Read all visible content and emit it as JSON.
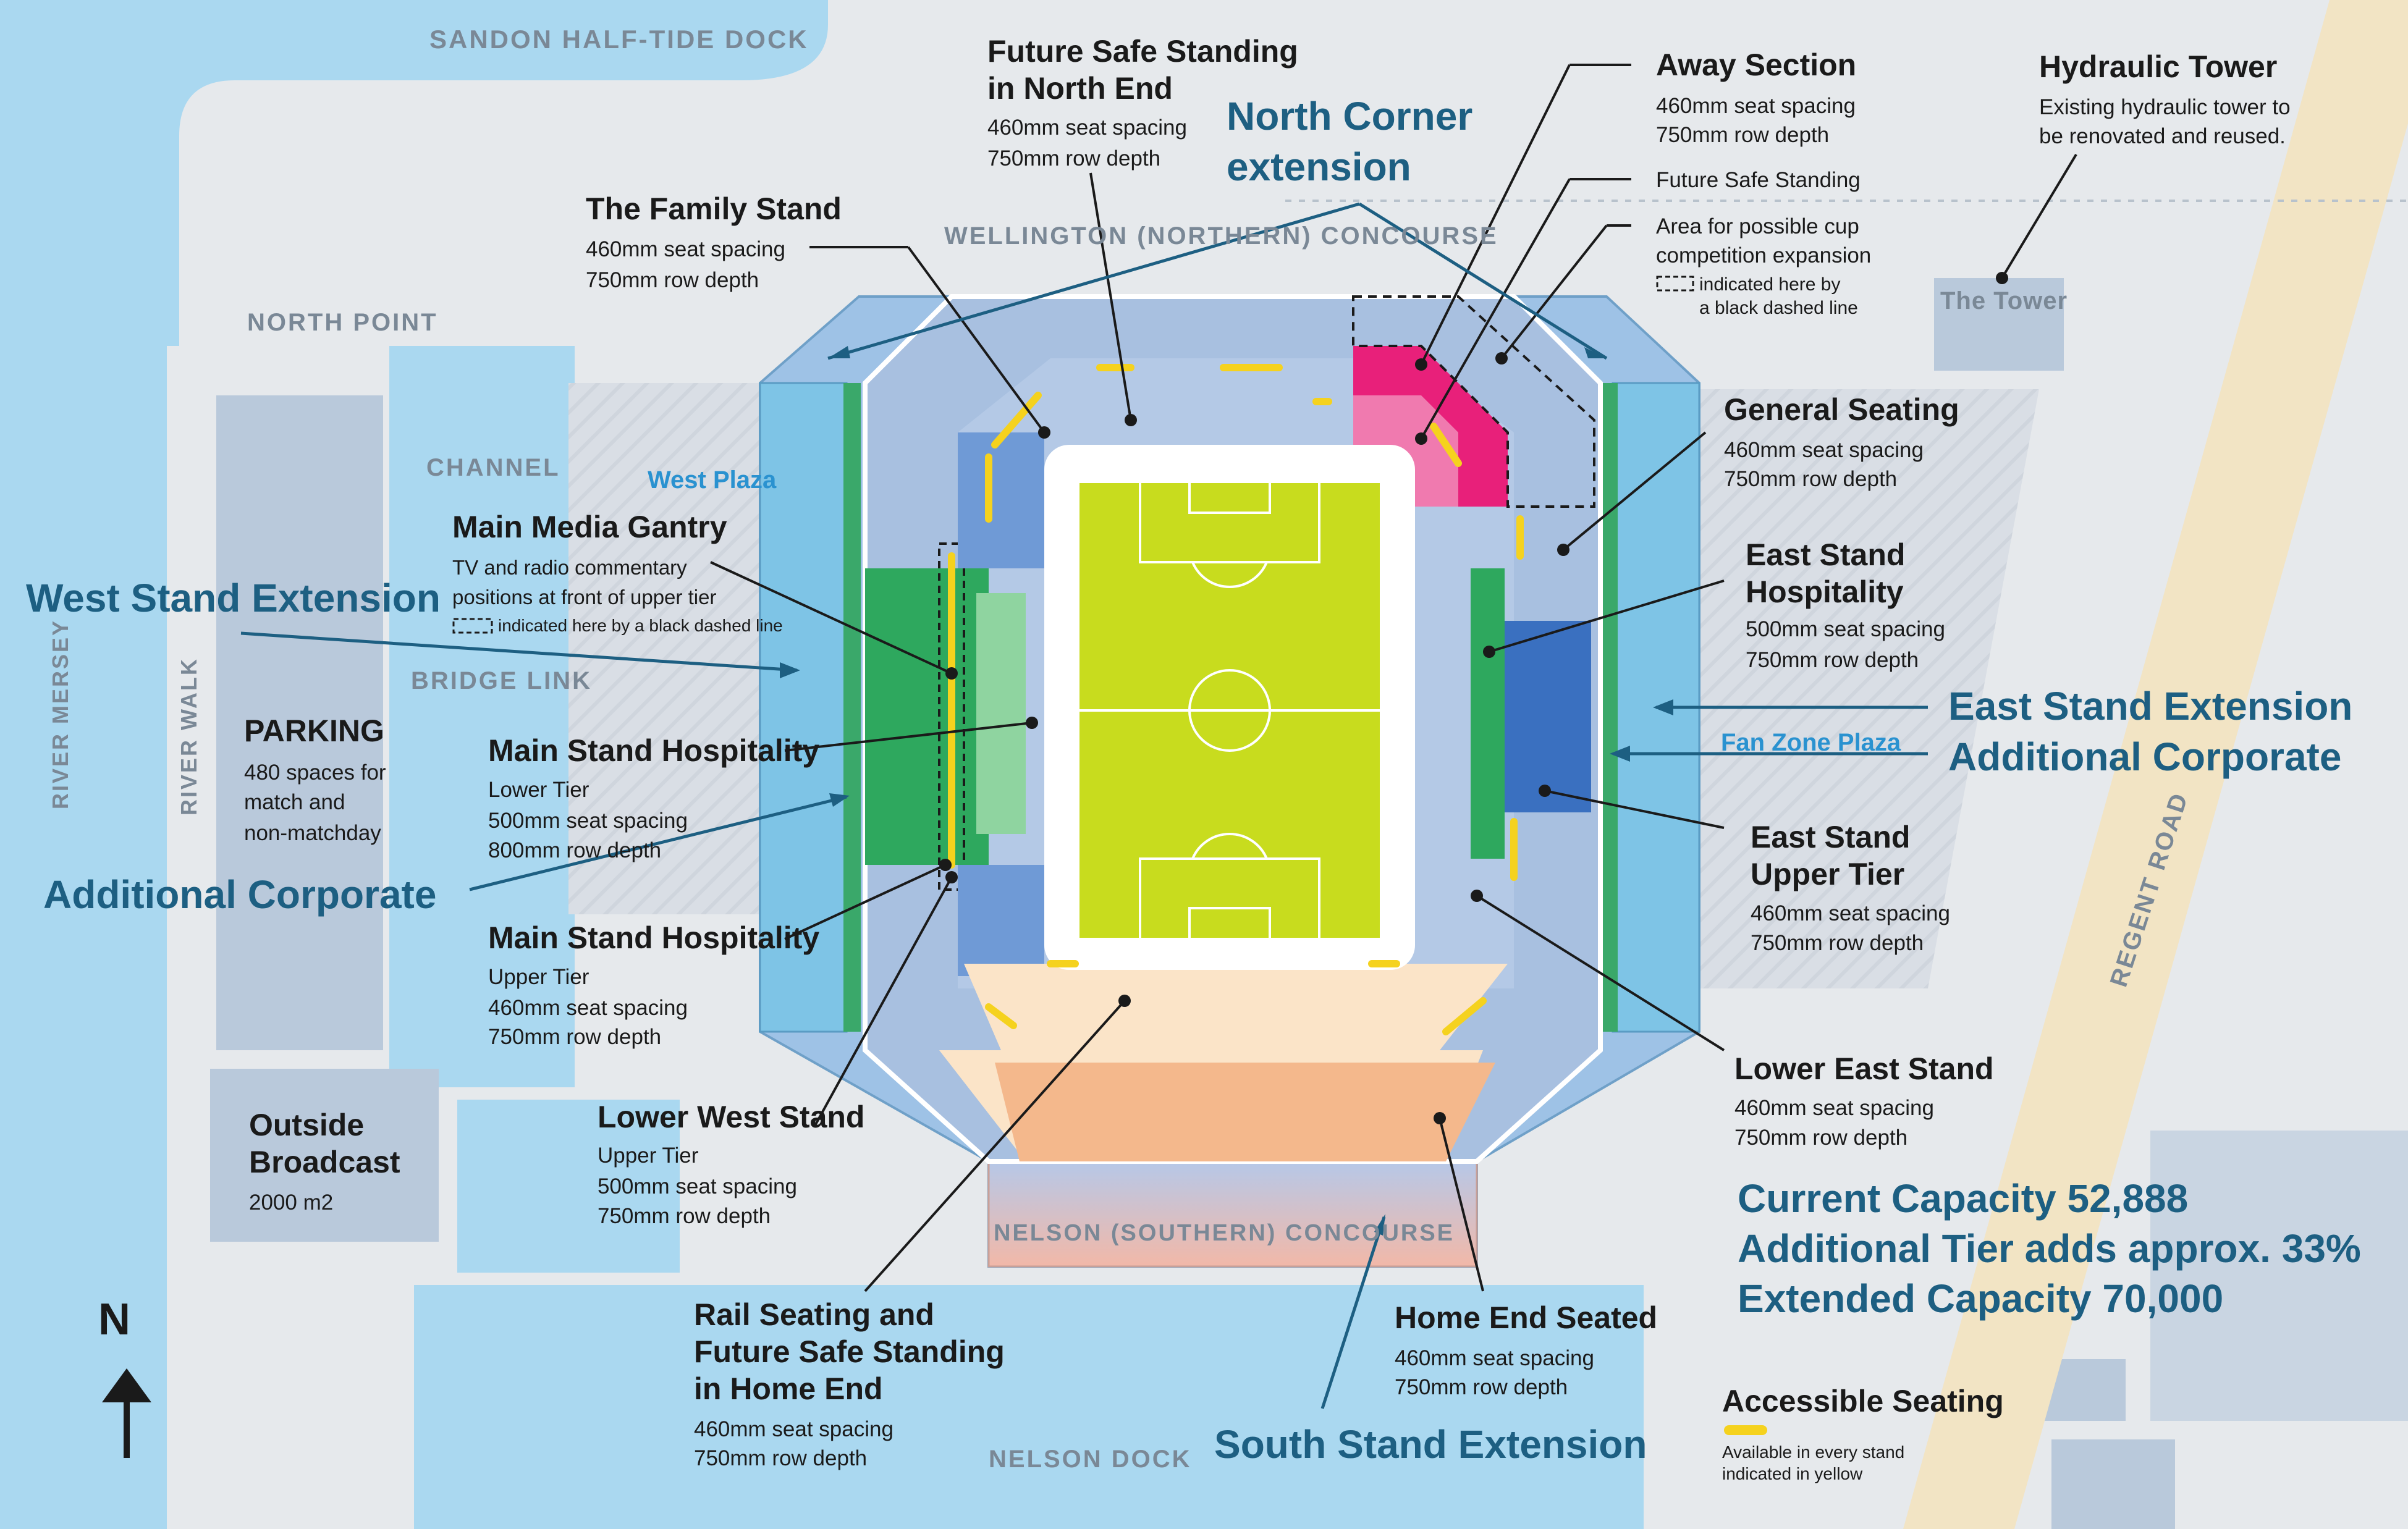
{
  "map_labels": {
    "sandon": "SANDON HALF-TIDE DOCK",
    "wellington": "WELLINGTON (NORTHERN) CONCOURSE",
    "north_point": "NORTH POINT",
    "channel": "CHANNEL",
    "west_plaza": "West Plaza",
    "bridge_link": "BRIDGE LINK",
    "river_mersey": "RIVER MERSEY",
    "river_walk": "RIVER WALK",
    "nelson_concourse": "NELSON (SOUTHERN) CONCOURSE",
    "nelson_dock": "NELSON DOCK",
    "the_tower": "The Tower",
    "fan_zone": "Fan Zone Plaza",
    "regent_road": "REGENT ROAD",
    "north_arrow": "N"
  },
  "callouts": {
    "future_safe_north": {
      "title1": "Future Safe Standing",
      "title2": "in North End",
      "lines": [
        "460mm seat spacing",
        "750mm row depth"
      ]
    },
    "family_stand": {
      "title": "The Family Stand",
      "lines": [
        "460mm seat spacing",
        "750mm row depth"
      ]
    },
    "away_section": {
      "title": "Away Section",
      "lines": [
        "460mm seat spacing",
        "750mm row depth"
      ],
      "future": "Future Safe Standing",
      "cup1": "Area for possible cup",
      "cup2": "competition expansion",
      "cup3": "indicated here by",
      "cup4": "a black dashed line"
    },
    "hydraulic_tower": {
      "title": "Hydraulic Tower",
      "lines": [
        "Existing hydraulic tower to",
        "be renovated and reused."
      ]
    },
    "general_seating": {
      "title": "General Seating",
      "lines": [
        "460mm seat spacing",
        "750mm row depth"
      ]
    },
    "east_hosp": {
      "title1": "East Stand",
      "title2": "Hospitality",
      "lines": [
        "500mm seat spacing",
        "750mm row depth"
      ]
    },
    "east_upper": {
      "title1": "East Stand",
      "title2": "Upper Tier",
      "lines": [
        "460mm seat spacing",
        "750mm row depth"
      ]
    },
    "lower_east": {
      "title": "Lower East Stand",
      "lines": [
        "460mm seat spacing",
        "750mm row depth"
      ]
    },
    "media_gantry": {
      "title": "Main Media Gantry",
      "lines": [
        "TV and radio commentary",
        "positions at front of upper tier"
      ],
      "note": "indicated here by a black dashed line"
    },
    "main_hosp_lower": {
      "title": "Main Stand Hospitality",
      "lines": [
        "Lower Tier",
        "500mm seat spacing",
        "800mm row depth"
      ]
    },
    "main_hosp_upper": {
      "title": "Main Stand Hospitality",
      "lines": [
        "Upper Tier",
        "460mm seat spacing",
        "750mm row depth"
      ]
    },
    "parking": {
      "title": "PARKING",
      "lines": [
        "480 spaces for",
        "match and",
        "non-matchday"
      ]
    },
    "outside_broadcast": {
      "title1": "Outside",
      "title2": "Broadcast",
      "lines": [
        "2000 m2"
      ]
    },
    "lower_west": {
      "title": "Lower West Stand",
      "lines": [
        "Upper Tier",
        "500mm seat spacing",
        "750mm row depth"
      ]
    },
    "rail_seating": {
      "title1": "Rail Seating and",
      "title2": "Future Safe Standing",
      "title3": "in Home End",
      "lines": [
        "460mm seat spacing",
        "750mm row depth"
      ]
    },
    "home_end": {
      "title": "Home End Seated",
      "lines": [
        "460mm seat spacing",
        "750mm row depth"
      ]
    },
    "accessible": {
      "title": "Accessible Seating",
      "lines": [
        "Available in every stand",
        "indicated in yellow"
      ]
    }
  },
  "overlay": {
    "north_corner1": "North Corner",
    "north_corner2": "extension",
    "west_ext": "West Stand Extension",
    "add_corp_west": "Additional Corporate",
    "east_ext": "East Stand Extension",
    "add_corp_east": "Additional Corporate",
    "south_ext": "South Stand Extension",
    "capacity1": "Current Capacity 52,888",
    "capacity2": "Additional Tier adds approx. 33%",
    "capacity3": "Extended Capacity 70,000"
  },
  "colors": {
    "water": "#aad8f0",
    "land": "#e6e9ec",
    "stand": "#a8c0e0",
    "extension": "#7ec4e6",
    "pitch": "#c8dc1e",
    "hospitality": "#2ea85e",
    "away": "#e8207a",
    "home_end": "#f4b88c",
    "accessible": "#f5d21e",
    "overlay_text": "#1d5f82"
  }
}
